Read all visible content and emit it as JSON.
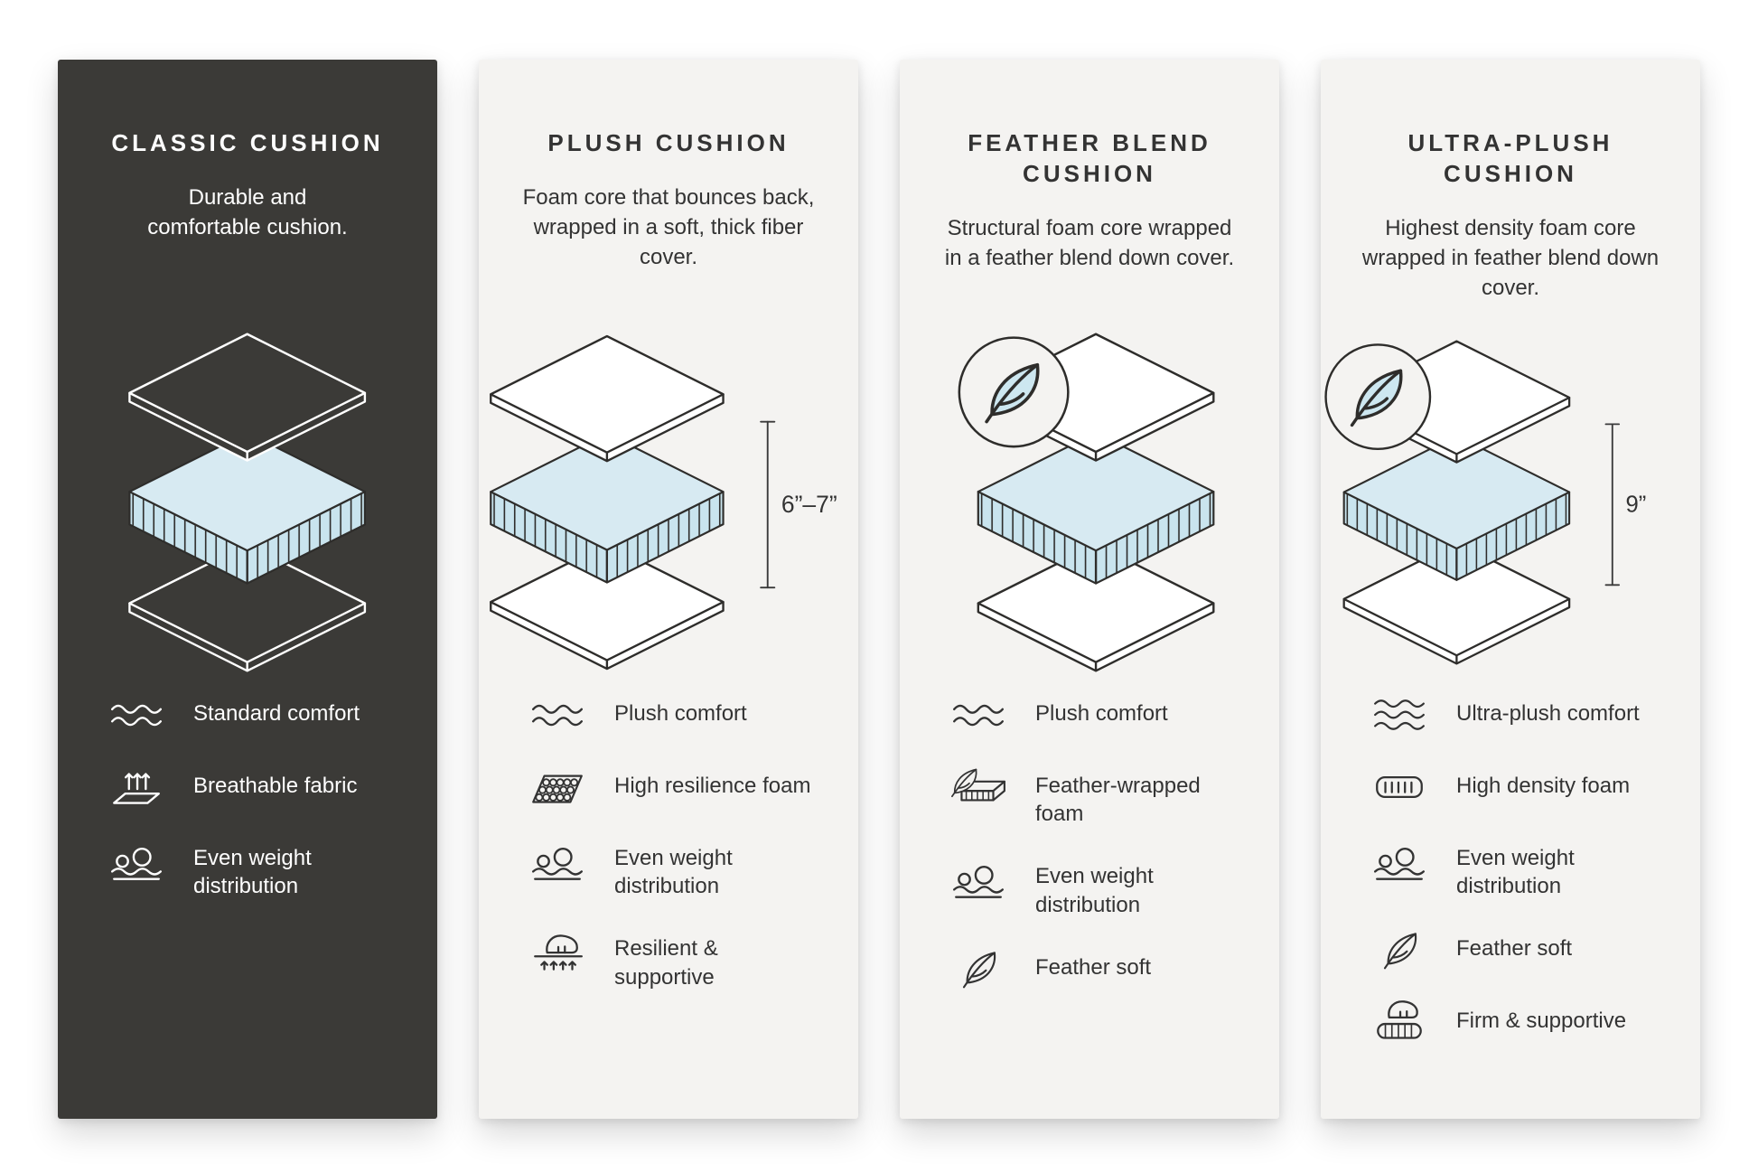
{
  "panels": [
    {
      "id": "classic",
      "title": "CLASSIC CUSHION",
      "description": "Durable and comfortable cushion.",
      "measurement": "",
      "features": [
        {
          "icon": "waves-icon",
          "label": "Standard comfort"
        },
        {
          "icon": "breathable-fabric-icon",
          "label": "Breathable fabric"
        },
        {
          "icon": "weight-distribution-icon",
          "label": "Even weight distribution"
        }
      ]
    },
    {
      "id": "plush",
      "title": "PLUSH CUSHION",
      "description": "Foam core that bounces back, wrapped in a soft, thick fiber cover.",
      "measurement": "6”–7”",
      "features": [
        {
          "icon": "waves-icon",
          "label": "Plush comfort"
        },
        {
          "icon": "resilience-foam-icon",
          "label": "High resilience foam"
        },
        {
          "icon": "weight-distribution-icon",
          "label": "Even weight distribution"
        },
        {
          "icon": "hand-press-icon",
          "label": "Resilient & supportive"
        }
      ]
    },
    {
      "id": "feather-blend",
      "title": "FEATHER BLEND CUSHION",
      "description": "Structural foam core wrapped in a feather blend down cover.",
      "measurement": "",
      "features": [
        {
          "icon": "waves-icon",
          "label": "Plush comfort"
        },
        {
          "icon": "feather-foam-icon",
          "label": "Feather-wrapped foam"
        },
        {
          "icon": "weight-distribution-icon",
          "label": "Even weight distribution"
        },
        {
          "icon": "feather-icon",
          "label": "Feather soft"
        }
      ]
    },
    {
      "id": "ultra-plush",
      "title": "ULTRA-PLUSH CUSHION",
      "description": "Highest density foam core wrapped in feather blend down cover.",
      "measurement": "9”",
      "features": [
        {
          "icon": "waves-icon",
          "label": "Ultra-plush comfort"
        },
        {
          "icon": "density-foam-icon",
          "label": "High density foam"
        },
        {
          "icon": "weight-distribution-icon",
          "label": "Even weight distribution"
        },
        {
          "icon": "feather-icon",
          "label": "Feather soft"
        },
        {
          "icon": "hand-press-icon",
          "label": "Firm & supportive"
        }
      ]
    }
  ],
  "colors": {
    "page_background": "#FFFFFF",
    "panel_dark": "#3B3A37",
    "panel_light": "#F4F3F1",
    "foam_blue_top": "#D7EAF2",
    "foam_blue_side": "#C9E4EE",
    "line_dark": "#2E2D2B",
    "line_light": "#FFFFFF",
    "text_dark": "#333333",
    "text_light": "#FFFFFF"
  }
}
